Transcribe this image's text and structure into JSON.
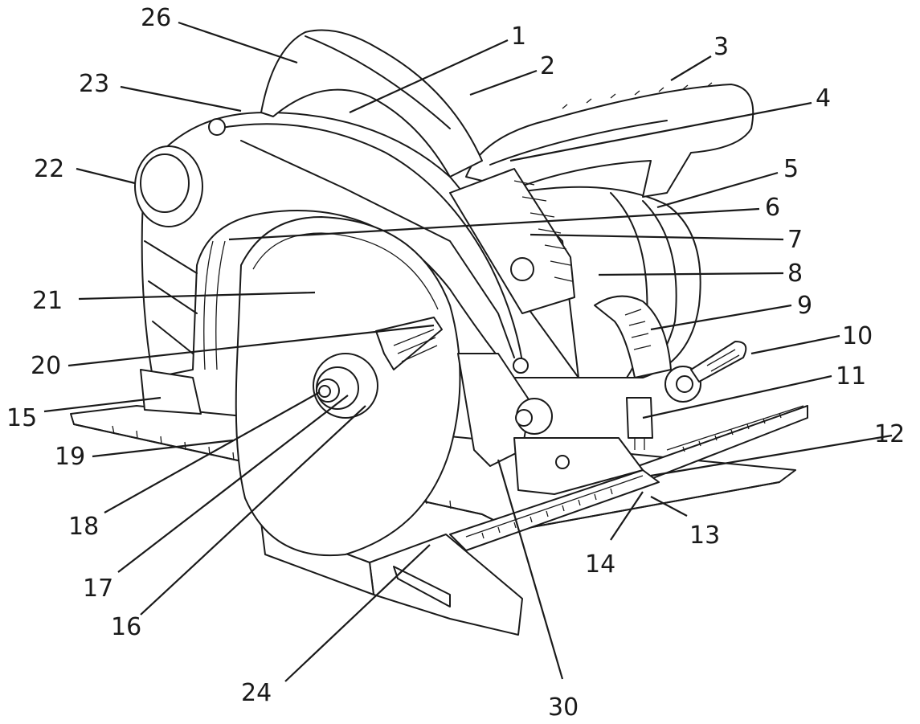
{
  "diagram": {
    "callouts": [
      {
        "id": "c1",
        "label": "1"
      },
      {
        "id": "c2",
        "label": "2"
      },
      {
        "id": "c3",
        "label": "3"
      },
      {
        "id": "c4",
        "label": "4"
      },
      {
        "id": "c5",
        "label": "5"
      },
      {
        "id": "c6",
        "label": "6"
      },
      {
        "id": "c7",
        "label": "7"
      },
      {
        "id": "c8",
        "label": "8"
      },
      {
        "id": "c9",
        "label": "9"
      },
      {
        "id": "c10",
        "label": "10"
      },
      {
        "id": "c11",
        "label": "11"
      },
      {
        "id": "c12",
        "label": "12"
      },
      {
        "id": "c13",
        "label": "13"
      },
      {
        "id": "c14",
        "label": "14"
      },
      {
        "id": "c15",
        "label": "15"
      },
      {
        "id": "c16",
        "label": "16"
      },
      {
        "id": "c17",
        "label": "17"
      },
      {
        "id": "c18",
        "label": "18"
      },
      {
        "id": "c19",
        "label": "19"
      },
      {
        "id": "c20",
        "label": "20"
      },
      {
        "id": "c21",
        "label": "21"
      },
      {
        "id": "c22",
        "label": "22"
      },
      {
        "id": "c23",
        "label": "23"
      },
      {
        "id": "c24",
        "label": "24"
      },
      {
        "id": "c26",
        "label": "26"
      },
      {
        "id": "c30",
        "label": "30"
      }
    ]
  }
}
